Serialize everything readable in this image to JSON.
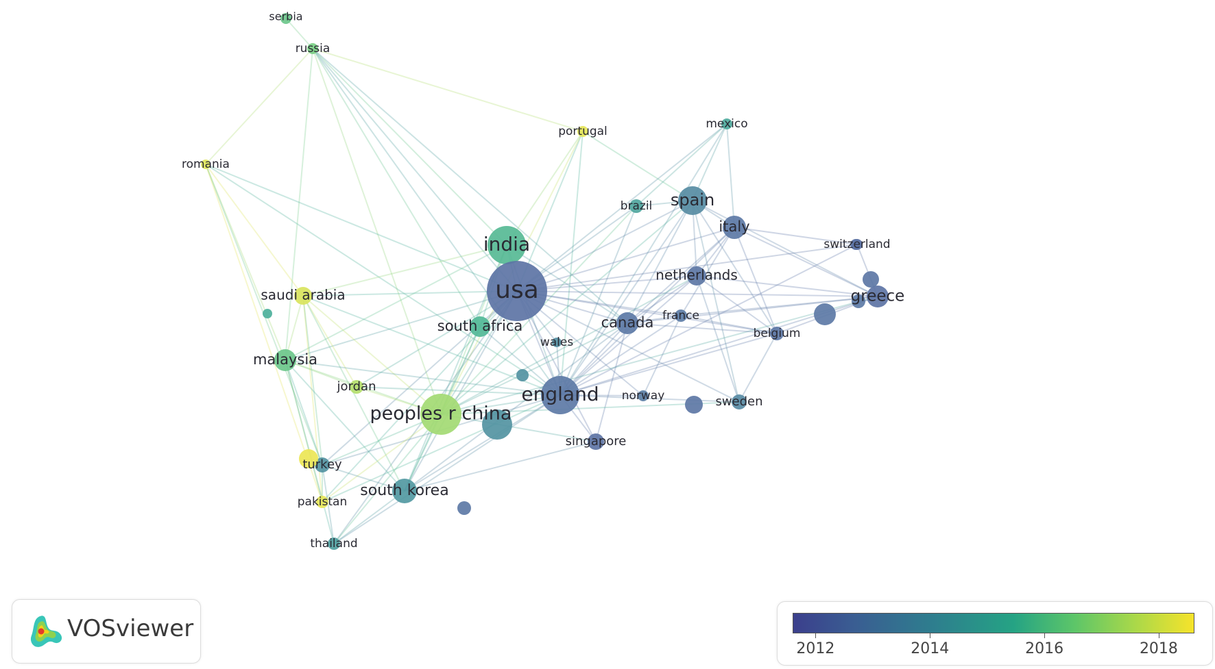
{
  "network": {
    "nodes": [
      {
        "id": "serbia",
        "label": "serbia",
        "year": 2016.2,
        "r": 8
      },
      {
        "id": "russia",
        "label": "russia",
        "year": 2016.5,
        "r": 8
      },
      {
        "id": "romania",
        "label": "romania",
        "year": 2018.2,
        "r": 7
      },
      {
        "id": "portugal",
        "label": "portugal",
        "year": 2018.3,
        "r": 8
      },
      {
        "id": "mexico",
        "label": "mexico",
        "year": 2015.0,
        "r": 8
      },
      {
        "id": "brazil",
        "label": "brazil",
        "year": 2014.8,
        "r": 10
      },
      {
        "id": "spain",
        "label": "spain",
        "year": 2013.6,
        "r": 21
      },
      {
        "id": "italy",
        "label": "italy",
        "year": 2012.6,
        "r": 17
      },
      {
        "id": "switzerland",
        "label": "switzerland",
        "year": 2012.3,
        "r": 8
      },
      {
        "id": "india",
        "label": "india",
        "year": 2015.7,
        "r": 28
      },
      {
        "id": "usa",
        "label": "usa",
        "year": 2012.4,
        "r": 44
      },
      {
        "id": "netherlands",
        "label": "netherlands",
        "year": 2012.5,
        "r": 14
      },
      {
        "id": "greece",
        "label": "greece",
        "year": 2012.4,
        "r": 16
      },
      {
        "id": "saudi arabia",
        "label": "saudi arabia",
        "year": 2018.1,
        "r": 13
      },
      {
        "id": "south africa",
        "label": "south africa",
        "year": 2015.6,
        "r": 15
      },
      {
        "id": "canada",
        "label": "canada",
        "year": 2012.6,
        "r": 16
      },
      {
        "id": "france",
        "label": "france",
        "year": 2012.8,
        "r": 9
      },
      {
        "id": "belgium",
        "label": "belgium",
        "year": 2012.5,
        "r": 10
      },
      {
        "id": "wales",
        "label": "wales",
        "year": 2013.8,
        "r": 7
      },
      {
        "id": "malaysia",
        "label": "malaysia",
        "year": 2016.2,
        "r": 16
      },
      {
        "id": "jordan",
        "label": "jordan",
        "year": 2017.5,
        "r": 10
      },
      {
        "id": "england",
        "label": "england",
        "year": 2012.6,
        "r": 28
      },
      {
        "id": "norway",
        "label": "norway",
        "year": 2012.9,
        "r": 8
      },
      {
        "id": "sweden",
        "label": "sweden",
        "year": 2013.5,
        "r": 11
      },
      {
        "id": "peoples r china",
        "label": "peoples r china",
        "year": 2017.2,
        "r": 30
      },
      {
        "id": "singapore",
        "label": "singapore",
        "year": 2012.4,
        "r": 12
      },
      {
        "id": "turkey",
        "label": "turkey",
        "year": 2014.0,
        "r": 11
      },
      {
        "id": "south korea",
        "label": "south korea",
        "year": 2014.2,
        "r": 18
      },
      {
        "id": "pakistan",
        "label": "pakistan",
        "year": 2018.3,
        "r": 9
      },
      {
        "id": "thailand",
        "label": "thailand",
        "year": 2014.5,
        "r": 9
      },
      {
        "id": "",
        "label": "",
        "year": 2015.3,
        "r": 7
      },
      {
        "id": "",
        "label": "",
        "year": 2014.0,
        "r": 22
      },
      {
        "id": "",
        "label": "",
        "year": 2013.9,
        "r": 9
      },
      {
        "id": "",
        "label": "",
        "year": 2012.6,
        "r": 16
      },
      {
        "id": "",
        "label": "",
        "year": 2012.5,
        "r": 12
      },
      {
        "id": "",
        "label": "",
        "year": 2012.5,
        "r": 13
      },
      {
        "id": "",
        "label": "",
        "year": 2012.6,
        "r": 10
      },
      {
        "id": "",
        "label": "",
        "year": 2012.7,
        "r": 10
      },
      {
        "id": "",
        "label": "",
        "year": 2018.4,
        "r": 14
      },
      {
        "id": "",
        "label": "",
        "year": 2012.4,
        "r": 8
      }
    ],
    "links": [
      [
        "serbia",
        "russia"
      ],
      [
        "russia",
        "usa"
      ],
      [
        "russia",
        "india"
      ],
      [
        "russia",
        "peoples r china"
      ],
      [
        "russia",
        "england"
      ],
      [
        "russia",
        "portugal"
      ],
      [
        "russia",
        "romania"
      ],
      [
        "russia",
        "south africa"
      ],
      [
        "russia",
        "canada"
      ],
      [
        "russia",
        "malaysia"
      ],
      [
        "romania",
        "saudi arabia"
      ],
      [
        "romania",
        "malaysia"
      ],
      [
        "romania",
        "usa"
      ],
      [
        "romania",
        "turkey"
      ],
      [
        "romania",
        "pakistan"
      ],
      [
        "romania",
        "england"
      ],
      [
        "portugal",
        "usa"
      ],
      [
        "portugal",
        "india"
      ],
      [
        "portugal",
        "spain"
      ],
      [
        "portugal",
        "peoples r china"
      ],
      [
        "portugal",
        "england"
      ],
      [
        "mexico",
        "spain"
      ],
      [
        "mexico",
        "usa"
      ],
      [
        "mexico",
        "brazil"
      ],
      [
        "mexico",
        "england"
      ],
      [
        "mexico",
        "italy"
      ],
      [
        "brazil",
        "usa"
      ],
      [
        "brazil",
        "spain"
      ],
      [
        "brazil",
        "england"
      ],
      [
        "brazil",
        "peoples r china"
      ],
      [
        "spain",
        "usa"
      ],
      [
        "spain",
        "italy"
      ],
      [
        "spain",
        "england"
      ],
      [
        "spain",
        "greece"
      ],
      [
        "spain",
        "canada"
      ],
      [
        "spain",
        "netherlands"
      ],
      [
        "spain",
        "peoples r china"
      ],
      [
        "spain",
        "belgium"
      ],
      [
        "spain",
        "sweden"
      ],
      [
        "italy",
        "usa"
      ],
      [
        "italy",
        "england"
      ],
      [
        "italy",
        "greece"
      ],
      [
        "italy",
        "netherlands"
      ],
      [
        "italy",
        "switzerland"
      ],
      [
        "italy",
        "canada"
      ],
      [
        "italy",
        "belgium"
      ],
      [
        "italy",
        "france"
      ],
      [
        "switzerland",
        "usa"
      ],
      [
        "switzerland",
        "england"
      ],
      [
        "switzerland",
        "greece"
      ],
      [
        "india",
        "usa"
      ],
      [
        "india",
        "peoples r china"
      ],
      [
        "india",
        "saudi arabia"
      ],
      [
        "india",
        "england"
      ],
      [
        "india",
        "malaysia"
      ],
      [
        "india",
        "south africa"
      ],
      [
        "india",
        "south korea"
      ],
      [
        "india",
        "canada"
      ],
      [
        "usa",
        "peoples r china"
      ],
      [
        "usa",
        "england"
      ],
      [
        "usa",
        "canada"
      ],
      [
        "usa",
        "netherlands"
      ],
      [
        "usa",
        "greece"
      ],
      [
        "usa",
        "saudi arabia"
      ],
      [
        "usa",
        "south africa"
      ],
      [
        "usa",
        "malaysia"
      ],
      [
        "usa",
        "south korea"
      ],
      [
        "usa",
        "singapore"
      ],
      [
        "usa",
        "france"
      ],
      [
        "usa",
        "belgium"
      ],
      [
        "usa",
        "turkey"
      ],
      [
        "usa",
        "sweden"
      ],
      [
        "usa",
        "norway"
      ],
      [
        "usa",
        "wales"
      ],
      [
        "usa",
        "jordan"
      ],
      [
        "usa",
        "pakistan"
      ],
      [
        "usa",
        "thailand"
      ],
      [
        "netherlands",
        "england"
      ],
      [
        "netherlands",
        "greece"
      ],
      [
        "netherlands",
        "canada"
      ],
      [
        "netherlands",
        "belgium"
      ],
      [
        "netherlands",
        "peoples r china"
      ],
      [
        "netherlands",
        "sweden"
      ],
      [
        "greece",
        "england"
      ],
      [
        "greece",
        "canada"
      ],
      [
        "greece",
        "belgium"
      ],
      [
        "greece",
        "peoples r china"
      ],
      [
        "greece",
        "france"
      ],
      [
        "saudi arabia",
        "peoples r china"
      ],
      [
        "saudi arabia",
        "malaysia"
      ],
      [
        "saudi arabia",
        "england"
      ],
      [
        "saudi arabia",
        "pakistan"
      ],
      [
        "saudi arabia",
        "jordan"
      ],
      [
        "saudi arabia",
        "turkey"
      ],
      [
        "saudi arabia",
        "south korea"
      ],
      [
        "south africa",
        "england"
      ],
      [
        "south africa",
        "peoples r china"
      ],
      [
        "south africa",
        "south korea"
      ],
      [
        "canada",
        "england"
      ],
      [
        "canada",
        "peoples r china"
      ],
      [
        "canada",
        "france"
      ],
      [
        "canada",
        "singapore"
      ],
      [
        "canada",
        "south korea"
      ],
      [
        "canada",
        "belgium"
      ],
      [
        "france",
        "england"
      ],
      [
        "france",
        "belgium"
      ],
      [
        "france",
        "norway"
      ],
      [
        "belgium",
        "england"
      ],
      [
        "belgium",
        "sweden"
      ],
      [
        "malaysia",
        "peoples r china"
      ],
      [
        "malaysia",
        "england"
      ],
      [
        "malaysia",
        "pakistan"
      ],
      [
        "malaysia",
        "turkey"
      ],
      [
        "malaysia",
        "jordan"
      ],
      [
        "malaysia",
        "thailand"
      ],
      [
        "malaysia",
        "south korea"
      ],
      [
        "jordan",
        "peoples r china"
      ],
      [
        "jordan",
        "england"
      ],
      [
        "england",
        "peoples r china"
      ],
      [
        "england",
        "south korea"
      ],
      [
        "england",
        "singapore"
      ],
      [
        "england",
        "sweden"
      ],
      [
        "england",
        "norway"
      ],
      [
        "england",
        "turkey"
      ],
      [
        "england",
        "pakistan"
      ],
      [
        "england",
        "wales"
      ],
      [
        "england",
        "thailand"
      ],
      [
        "peoples r china",
        "south korea"
      ],
      [
        "peoples r china",
        "singapore"
      ],
      [
        "peoples r china",
        "turkey"
      ],
      [
        "peoples r china",
        "pakistan"
      ],
      [
        "peoples r china",
        "thailand"
      ],
      [
        "peoples r china",
        "sweden"
      ],
      [
        "south korea",
        "turkey"
      ],
      [
        "south korea",
        "thailand"
      ],
      [
        "south korea",
        "singapore"
      ],
      [
        "pakistan",
        "turkey"
      ],
      [
        "thailand",
        "turkey"
      ]
    ]
  },
  "branding": {
    "name": "VOSviewer"
  },
  "legend": {
    "year_min": 2011.6,
    "year_max": 2018.6,
    "ticks": [
      "2012",
      "2014",
      "2016",
      "2018"
    ],
    "tick_values": [
      2012,
      2014,
      2016,
      2018
    ]
  }
}
